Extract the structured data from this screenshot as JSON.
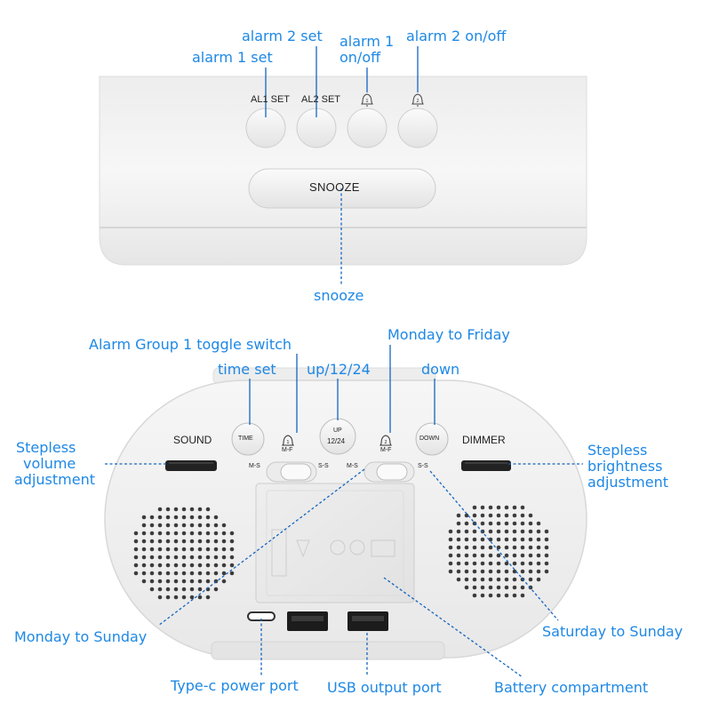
{
  "top_device": {
    "button_labels": {
      "al1_set": "AL1  SET",
      "al2_set": "AL2  SET"
    },
    "snooze_label": "SNOOZE"
  },
  "bottom_device": {
    "sound_label": "SOUND",
    "dimmer_label": "DIMMER",
    "time_button": "TIME",
    "up_button_line1": "UP",
    "up_button_line2": "12/24",
    "down_button": "DOWN",
    "switch_left_1": "M-S",
    "switch_mid_1": "M-F",
    "switch_right_1": "S-S",
    "switch_left_2": "M-S",
    "switch_mid_2": "M-F",
    "switch_right_2": "S-S"
  },
  "callouts": {
    "alarm_2_set": "alarm 2 set",
    "alarm_1_set": "alarm 1 set",
    "alarm_1_onoff_line1": "alarm 1",
    "alarm_1_onoff_line2": "on/off",
    "alarm_2_onoff": "alarm 2 on/off",
    "snooze": "snooze",
    "alarm_group_1_toggle": "Alarm Group 1 toggle switch",
    "monday_to_friday": "Monday to Friday",
    "time_set": "time set",
    "up_12_24": "up/12/24",
    "down": "down",
    "stepless_volume_line1": "Stepless",
    "stepless_volume_line2": "volume",
    "stepless_volume_line3": "adjustment",
    "stepless_brightness_line1": "Stepless",
    "stepless_brightness_line2": "brightness",
    "stepless_brightness_line3": "adjustment",
    "monday_to_sunday": "Monday to Sunday",
    "saturday_to_sunday": "Saturday to Sunday",
    "type_c_power": "Type-c power port",
    "usb_output": "USB output port",
    "battery_compartment": "Battery compartment"
  },
  "colors": {
    "callout_text": "#1e88e5",
    "leader_line": "#1565c0",
    "device_body": "#f3f3f3",
    "device_shadow": "#d9d9d9"
  }
}
